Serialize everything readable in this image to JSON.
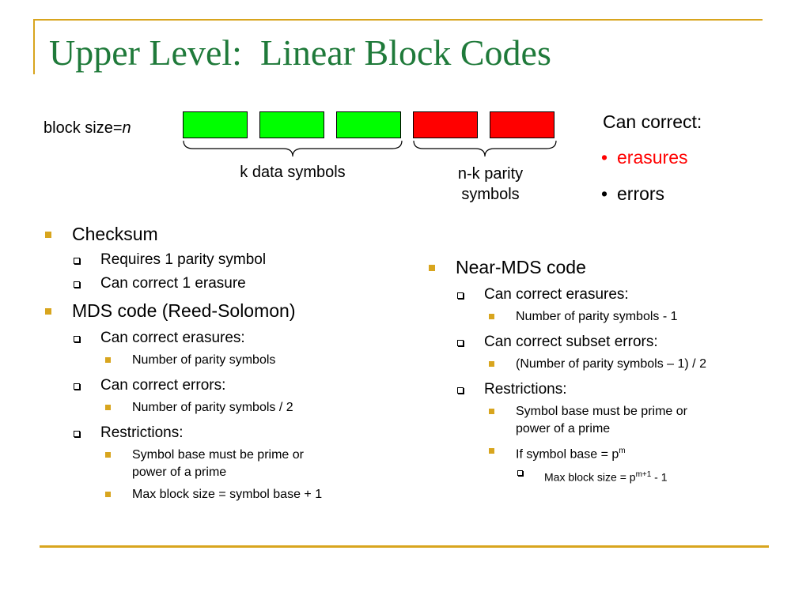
{
  "title": "Upper Level:  Linear Block Codes",
  "diagram": {
    "block_size_label": "block size=",
    "block_size_var": "n",
    "data_color": "#00FF00",
    "parity_color": "#FF0000",
    "k_label": "k data symbols",
    "nk_label_line1": "n-k parity",
    "nk_label_line2": "symbols"
  },
  "can_correct": {
    "heading": "Can correct:",
    "items": [
      {
        "bullet": "•",
        "text": "erasures",
        "color": "#FF0000"
      },
      {
        "bullet": "•",
        "text": "errors",
        "color": "#000000"
      }
    ]
  },
  "left": {
    "checksum": "Checksum",
    "checksum_items": [
      "Requires 1 parity symbol",
      "Can correct 1 erasure"
    ],
    "mds": "MDS code (Reed-Solomon)",
    "mds_erasures": "Can correct erasures:",
    "mds_erasures_detail": "Number of parity symbols",
    "mds_errors": "Can correct errors:",
    "mds_errors_detail": "Number of parity symbols / 2",
    "mds_restrictions": "Restrictions:",
    "mds_restr_1a": "Symbol base must be prime or",
    "mds_restr_1b": "power of a prime",
    "mds_restr_2": "Max block size = symbol base + 1"
  },
  "right": {
    "near_mds": "Near-MDS code",
    "erasures": "Can correct erasures:",
    "erasures_detail": "Number of parity symbols - 1",
    "subset_errors": "Can correct subset errors:",
    "subset_errors_detail": "(Number of parity symbols – 1) / 2",
    "restrictions": "Restrictions:",
    "restr_1a": "Symbol base must be prime or",
    "restr_1b": "power of a prime",
    "restr_2_prefix": "If symbol base = p",
    "restr_2_sup": "m",
    "restr_3_prefix": "Max block size = p",
    "restr_3_sup": "m+1",
    "restr_3_suffix": " - 1"
  }
}
